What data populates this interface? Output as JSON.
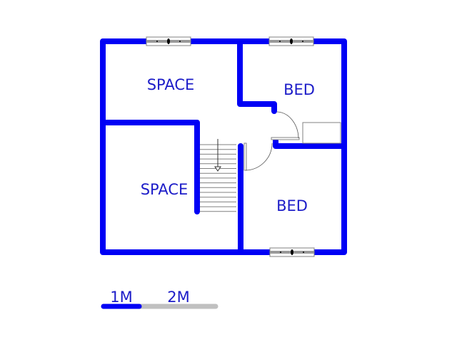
{
  "colors": {
    "wall": "#0000f5",
    "text": "#1c1cc8",
    "scale_rest": "#c0c0c0",
    "fixture": "#808080"
  },
  "rooms": [
    {
      "id": "space-top",
      "label": "SPACE"
    },
    {
      "id": "bed-top",
      "label": "BED"
    },
    {
      "id": "space-bottom",
      "label": "SPACE"
    },
    {
      "id": "bed-bottom",
      "label": "BED"
    }
  ],
  "scale": {
    "first_label": "1M",
    "second_label": "2M"
  }
}
